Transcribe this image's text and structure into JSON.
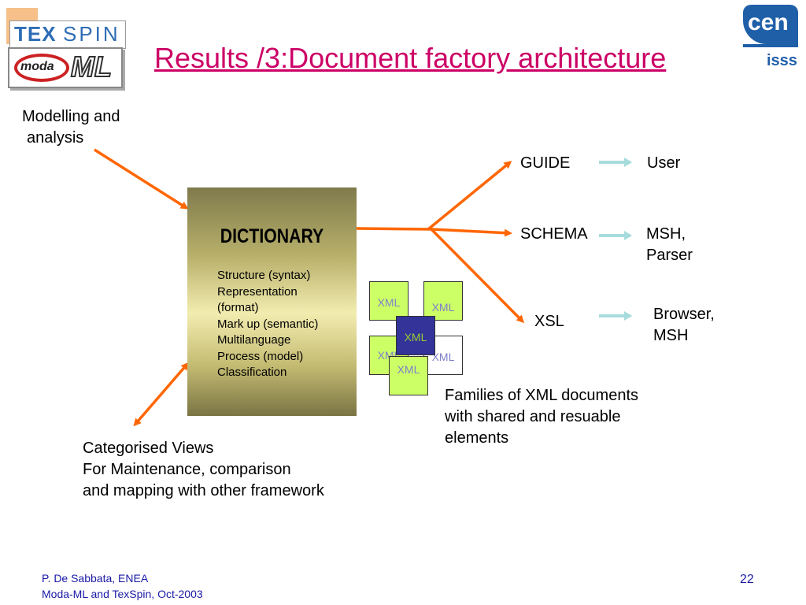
{
  "header": {
    "title": "Results /3:Document factory architecture",
    "logo_texspin": {
      "part1": "TEX",
      "part2": "SPIN"
    },
    "logo_modaml": {
      "part1": "moda",
      "part2": "ML"
    },
    "logo_cen": {
      "part1": "cen",
      "part2": "isss"
    }
  },
  "inputs": {
    "modelling_line1": "Modelling and",
    "modelling_line2": "analysis"
  },
  "dictionary": {
    "title": "DICTIONARY",
    "items": [
      "Structure (syntax)",
      "Representation",
      "(format)",
      "Mark up (semantic)",
      "Multilanguage",
      "Process (model)",
      "Classification"
    ]
  },
  "outputs": {
    "guide": "GUIDE",
    "guide_target": "User",
    "schema": "SCHEMA",
    "schema_target_line1": "MSH,",
    "schema_target_line2": "Parser",
    "xsl": "XSL",
    "xsl_target_line1": "Browser,",
    "xsl_target_line2": "MSH"
  },
  "xml_families": {
    "box_label": "XML",
    "caption_line1": "Families of XML documents",
    "caption_line2": "with shared and resuable",
    "caption_line3": "elements"
  },
  "views": {
    "line1": "Categorised Views",
    "line2": "For Maintenance, comparison",
    "line3": "and mapping with other framework"
  },
  "footer": {
    "author": "P. De Sabbata, ENEA",
    "event": "Moda-ML and TexSpin, Oct-2003",
    "page_number": "22"
  },
  "colors": {
    "title": "#cc0066",
    "arrow_orange": "#ff6600",
    "arrow_light_blue": "#a8dcdc",
    "xml_green": "#ccff66",
    "xml_dark": "#333399",
    "footer_blue": "#1a1aa6"
  }
}
